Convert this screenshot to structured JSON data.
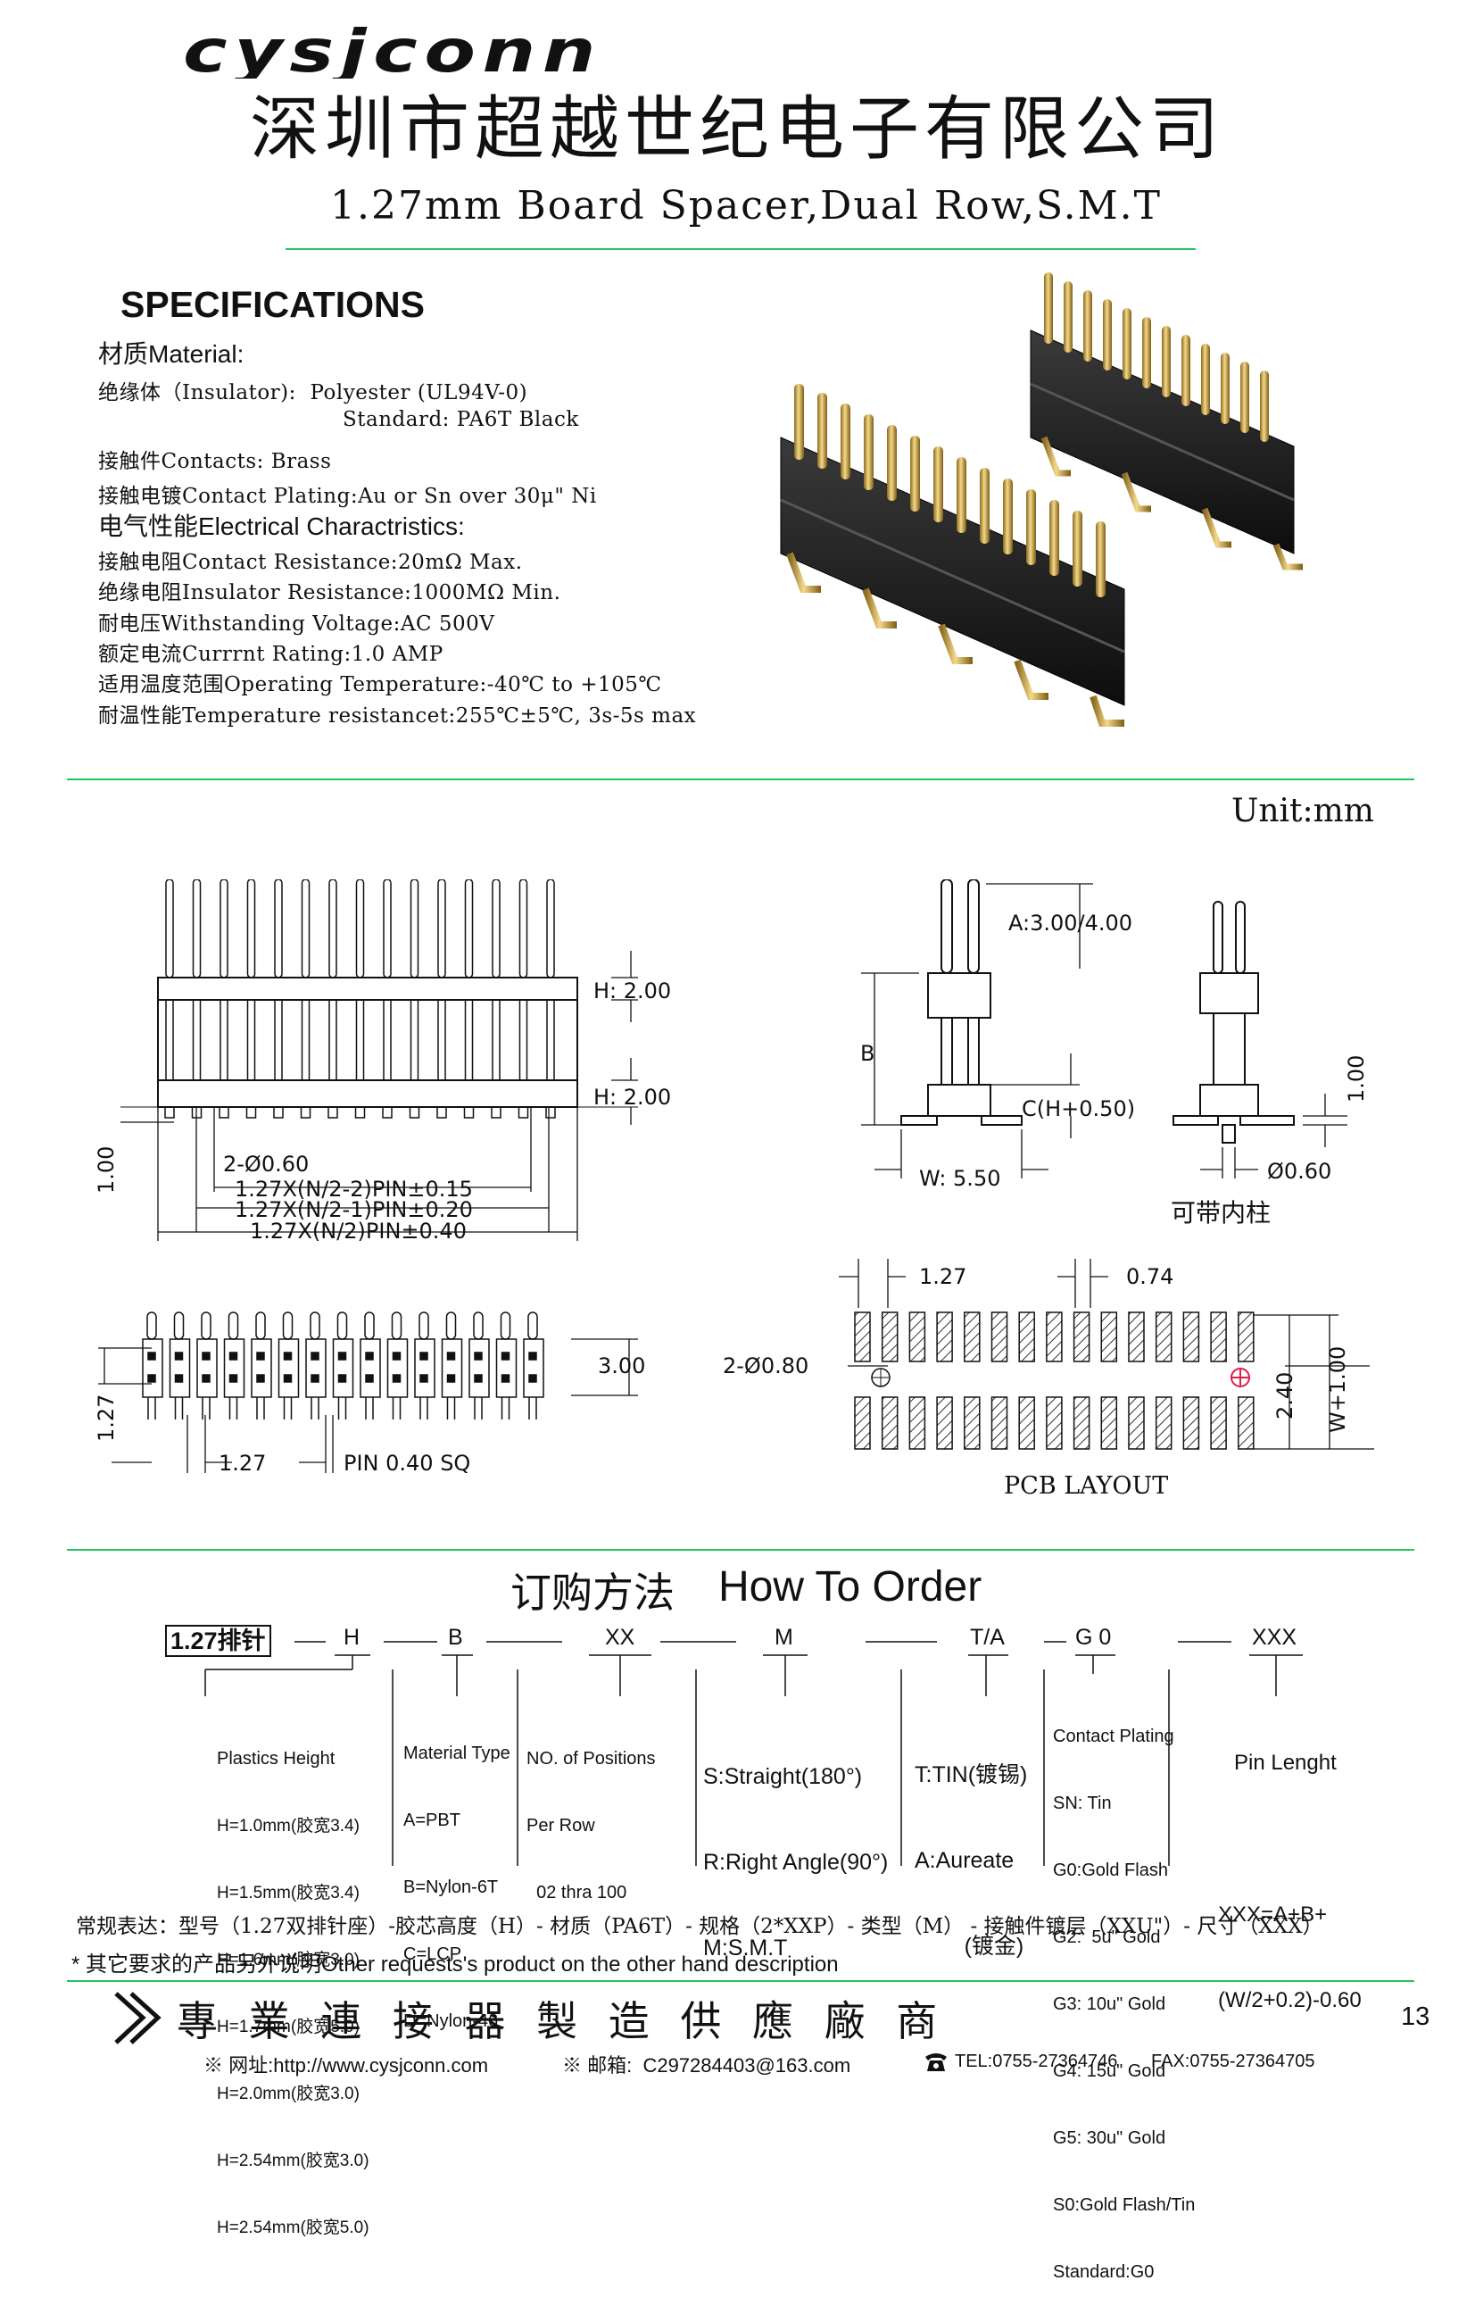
{
  "header": {
    "logo_text": "cysjconn",
    "company_cn": "深圳市超越世纪电子有限公司",
    "product_title": "1.27mm Board Spacer,Dual Row,S.M.T"
  },
  "specs": {
    "heading": "SPECIFICATIONS",
    "material_heading": "材质Material:",
    "insulator": "绝缘体（Insulator):  Polyester (UL94V-0)",
    "insulator_std": "Standard: PA6T Black",
    "contacts": "接触件Contacts: Brass",
    "plating": "接触电镀Contact Plating:Au or Sn over 30μ\" Ni",
    "electrical_heading": "电气性能Electrical Charactristics:",
    "contact_resistance": "接触电阻Contact Resistance:20mΩ Max.",
    "insulator_resistance": "绝缘电阻Insulator Resistance:1000MΩ Min.",
    "withstanding": "耐电压Withstanding Voltage:AC 500V",
    "current": "额定电流Currrnt Rating:1.0 AMP",
    "temp": "适用温度范围Operating Temperature:-40℃ to +105℃",
    "temp_res": "耐温性能Temperature resistancet:255℃±5℃, 3s-5s max"
  },
  "drawings": {
    "unit": "Unit:mm",
    "h1": "H: 2.00",
    "h2": "H: 2.00",
    "holes": "2-Ø0.60",
    "dim_100": "1.00",
    "dim_a": "1.27X(N/2-2)PIN±0.15",
    "dim_b": "1.27X(N/2-1)PIN±0.20",
    "dim_c": "1.27X(N/2)PIN±0.40",
    "a_len": "A:3.00/4.00",
    "b_label": "B",
    "c_label": "C(H+0.50)",
    "w_label": "W: 5.50",
    "side_100": "1.00",
    "post_dia": "Ø0.60",
    "post_note": "可带内柱",
    "top_300": "3.00",
    "top_127v": "1.27",
    "top_127h": "1.27",
    "pin_sq": "PIN 0.40 SQ",
    "pcb_127": "1.27",
    "pcb_074": "0.74",
    "pcb_holes": "2-Ø0.80",
    "pcb_240": "2.40",
    "pcb_w": "W+1.00",
    "pcb_label": "PCB LAYOUT"
  },
  "order": {
    "title_cn": "订购方法",
    "title_en": "How To Order",
    "part_prefix": "1.27排针",
    "codes": [
      "H",
      "B",
      "XX",
      "M",
      "T/A",
      "G 0",
      "XXX"
    ],
    "plastic_height": [
      "Plastics Height",
      "H=1.0mm(胶宽3.4)",
      "H=1.5mm(胶宽3.4)",
      "H=1.6mm(胶宽3.0)",
      "H=1.7mm(胶宽5.0)",
      "H=2.0mm(胶宽3.0)",
      "H=2.54mm(胶宽3.0)",
      "H=2.54mm(胶宽5.0)"
    ],
    "material_type": [
      "Material Type",
      "A=PBT",
      "B=Nylon-6T",
      "C=LCP",
      "D=Nylon-46"
    ],
    "positions": [
      "NO. of Positions",
      "Per Row",
      "  02 thra 100"
    ],
    "type": [
      "S:Straight(180°)",
      "R:Right Angle(90°)",
      "M:S.M.T"
    ],
    "tin": [
      "T:TIN(镀锡)",
      "A:Aureate",
      "        (镀金)"
    ],
    "contact_plating": [
      "Contact Plating",
      "SN: Tin",
      "G0:Gold Flash",
      "G2:  5u\" Gold",
      "G3: 10u\" Gold",
      "G4: 15u\" Gold",
      "G5: 30u\" Gold",
      "S0:Gold Flash/Tin",
      "Standard:G0"
    ],
    "pin_length": [
      "Pin Lenght",
      "",
      "XXX=A+B+",
      "(W/2+0.2)-0.60"
    ],
    "regular": "常规表达：型号（1.27双排针座）-胶芯高度（H）- 材质（PA6T）- 规格（2*XXP）- 类型（M） - 接触件镀层（XXU\"）- 尺寸（XXX）",
    "other": "* 其它要求的产品另外说明Other requests's product on the other hand description"
  },
  "footer": {
    "slogan": "專 業 連 接 器 製 造 供 應 廠 商",
    "page": "13",
    "website": "※ 网址:http://www.cysjconn.com",
    "email": "※ 邮箱:  C297284403@163.com",
    "tel": "TEL:0755-27364746",
    "fax": "FAX:0755-27364705"
  },
  "colors": {
    "rule": "#22c55e",
    "pcb_hatch": "#333333",
    "marker": "#e11d48"
  }
}
